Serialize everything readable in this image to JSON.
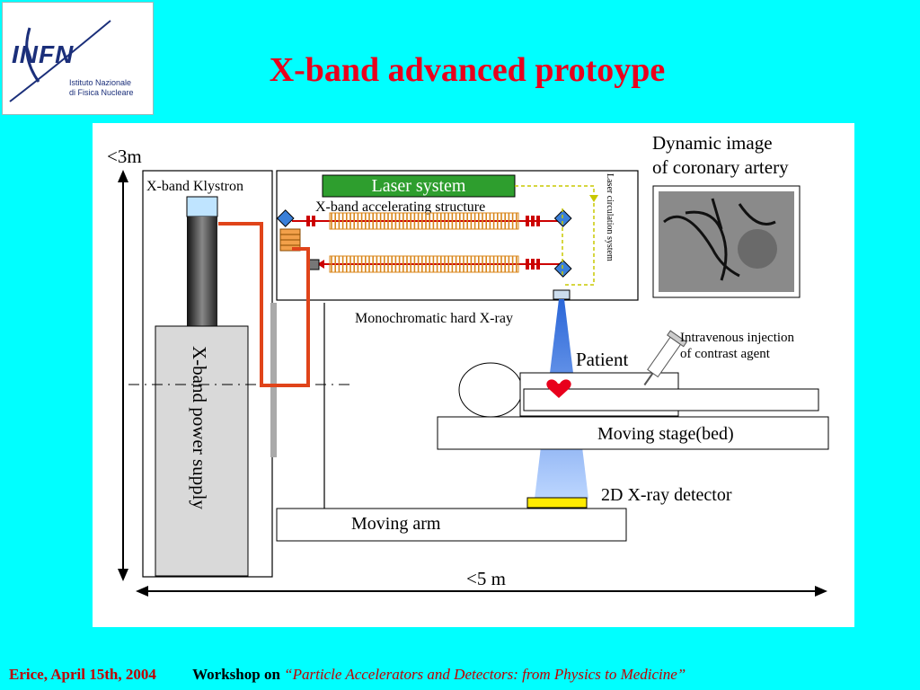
{
  "logo": {
    "brand": "INFN",
    "line1": "Istituto Nazionale",
    "line2": "di Fisica Nucleare"
  },
  "title": "X-band advanced protoype",
  "diagram": {
    "height_label": "<3m",
    "width_label": "<5 m",
    "klystron_label": "X-band Klystron",
    "power_supply_label": "X-band power supply",
    "laser_label": "Laser system",
    "accel_label": "X-band accelerating structure",
    "laser_circ_label": "Laser circulation system",
    "xray_label": "Monochromatic hard X-ray",
    "dynamic_image_line1": "Dynamic image",
    "dynamic_image_line2": "of coronary artery",
    "injection_line1": "Intravenous injection",
    "injection_line2": "of contrast agent",
    "patient_label": "Patient",
    "bed_label": "Moving stage(bed)",
    "detector_label": "2D X-ray detector",
    "arm_label": "Moving arm"
  },
  "colors": {
    "background": "#00FFFF",
    "title": "#E8001C",
    "laser_box": "#2E9E2E",
    "waveguide": "#E0441A",
    "detector": "#FFEA00",
    "xray_beam": "#4F8FE0"
  },
  "footer": {
    "date": "Erice,  April 15th, 2004",
    "workshop": "Workshop on",
    "event": "“Particle Accelerators and Detectors: from Physics to Medicine”"
  }
}
